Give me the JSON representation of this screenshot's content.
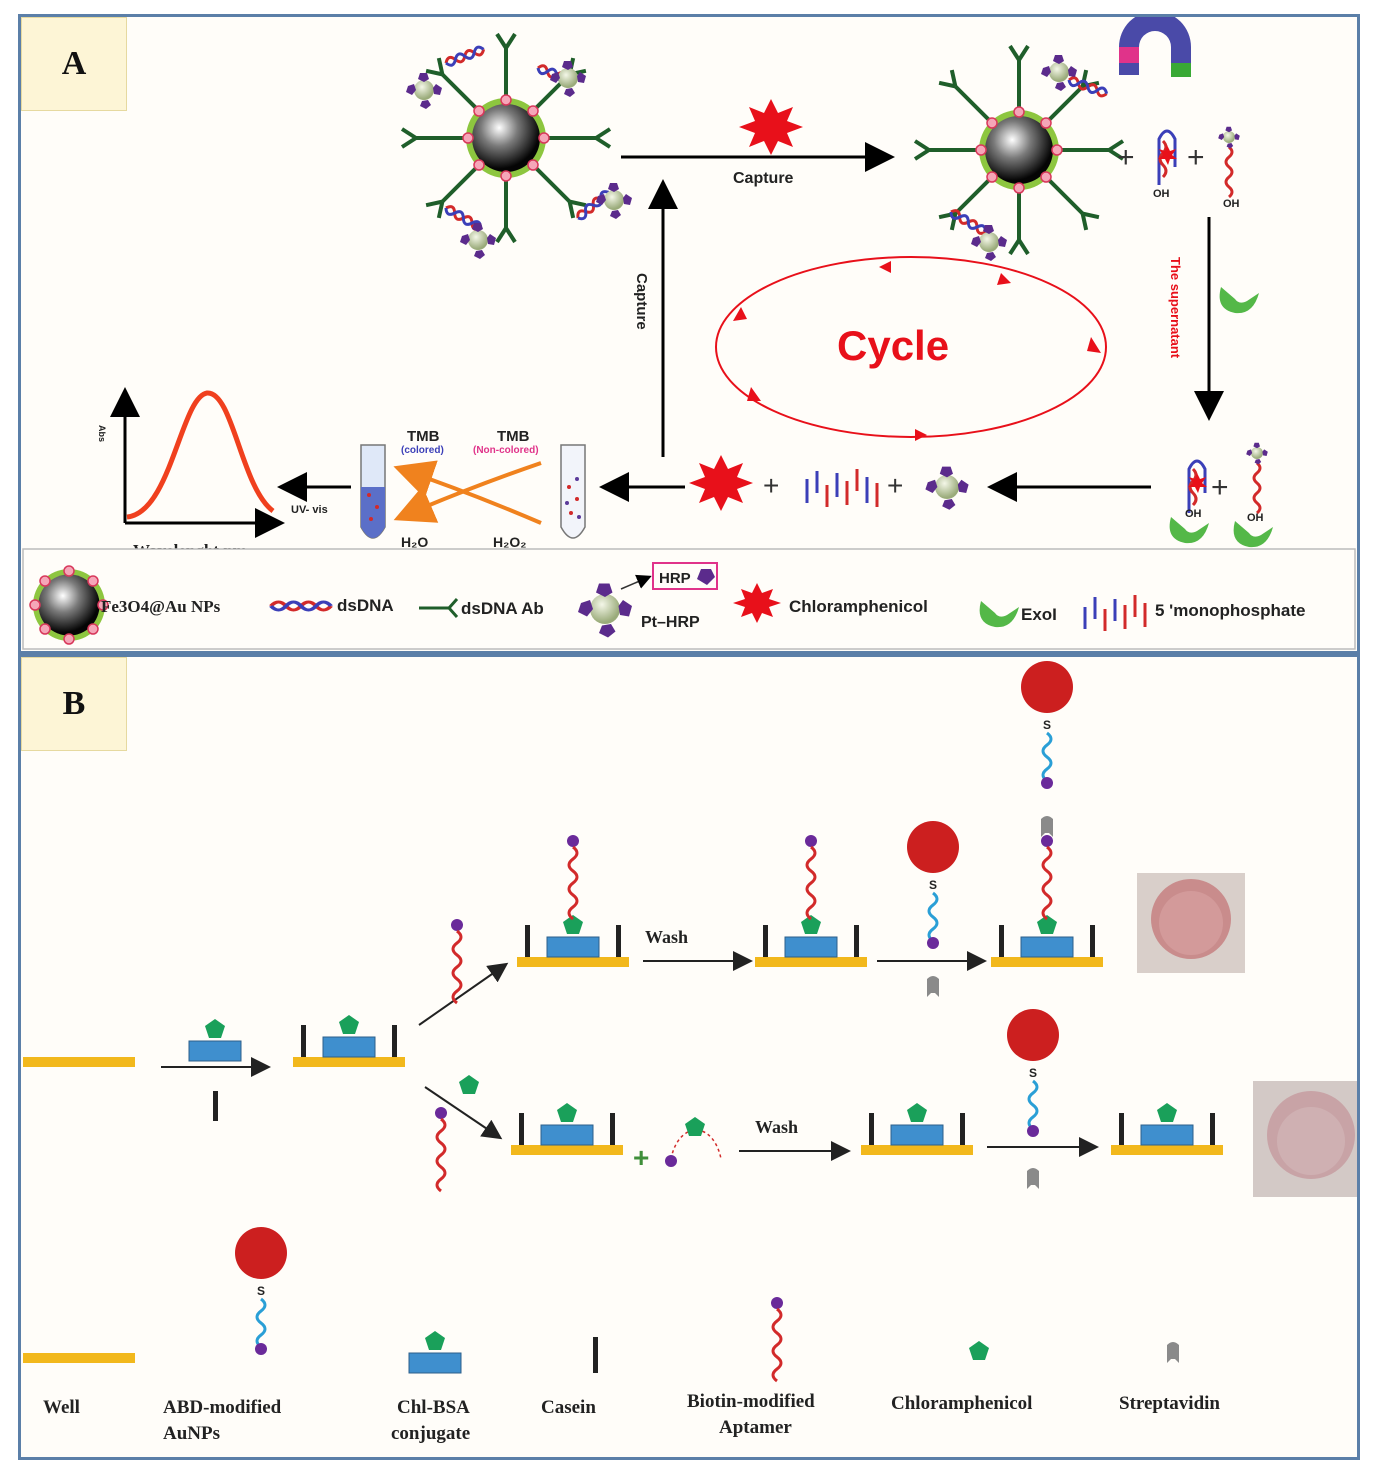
{
  "panel_a": {
    "label": "A",
    "capture_top": "Capture",
    "capture_side": "Capture",
    "cycle": "Cycle",
    "supernatant": "The supernatant",
    "tmb_colored_title": "TMB",
    "tmb_colored_sub": "(colored)",
    "tmb_noncolored_title": "TMB",
    "tmb_noncolored_sub": "(Non-colored)",
    "h2o": "H₂O",
    "h2o2": "H₂O₂",
    "uv_vis": "UV- vis",
    "abs": "Abs",
    "wavelength": "Wavelenght nm",
    "oh": "OH",
    "plus": "+",
    "legend": {
      "fe3o4": "Fe3O4@Au NPs",
      "dsdna": "dsDNA",
      "dsdna_ab": "dsDNA  Ab",
      "hrp_box": "HRP",
      "pt_hrp": "Pt–HRP",
      "chloramphenicol": "Chloramphenicol",
      "exoi": "ExoI",
      "monophosphate": "5 'monophosphate"
    }
  },
  "panel_b": {
    "label": "B",
    "wash_1": "Wash",
    "wash_2": "Wash",
    "plus": "+",
    "legend": {
      "well": "Well",
      "abd_line1": "ABD-modified",
      "abd_line2": "AuNPs",
      "chl_line1": "Chl-BSA",
      "chl_line2": "conjugate",
      "casein": "Casein",
      "apt_line1": "Biotin-modified",
      "apt_line2": "Aptamer",
      "chloramphenicol": "Chloramphenicol",
      "streptavidin": "Streptavidin"
    }
  },
  "colors": {
    "well": "#f2b81c",
    "bsa": "#3f8fce",
    "chl": "#1aa05a",
    "aunp": "#cc1f1f",
    "biotin": "#6a2a9a",
    "aptamer": "#d22a2a",
    "linker": "#2a9fd6",
    "antibody": "#1f5e2a",
    "arrow_red": "#e8101a",
    "exoi": "#54b848"
  }
}
